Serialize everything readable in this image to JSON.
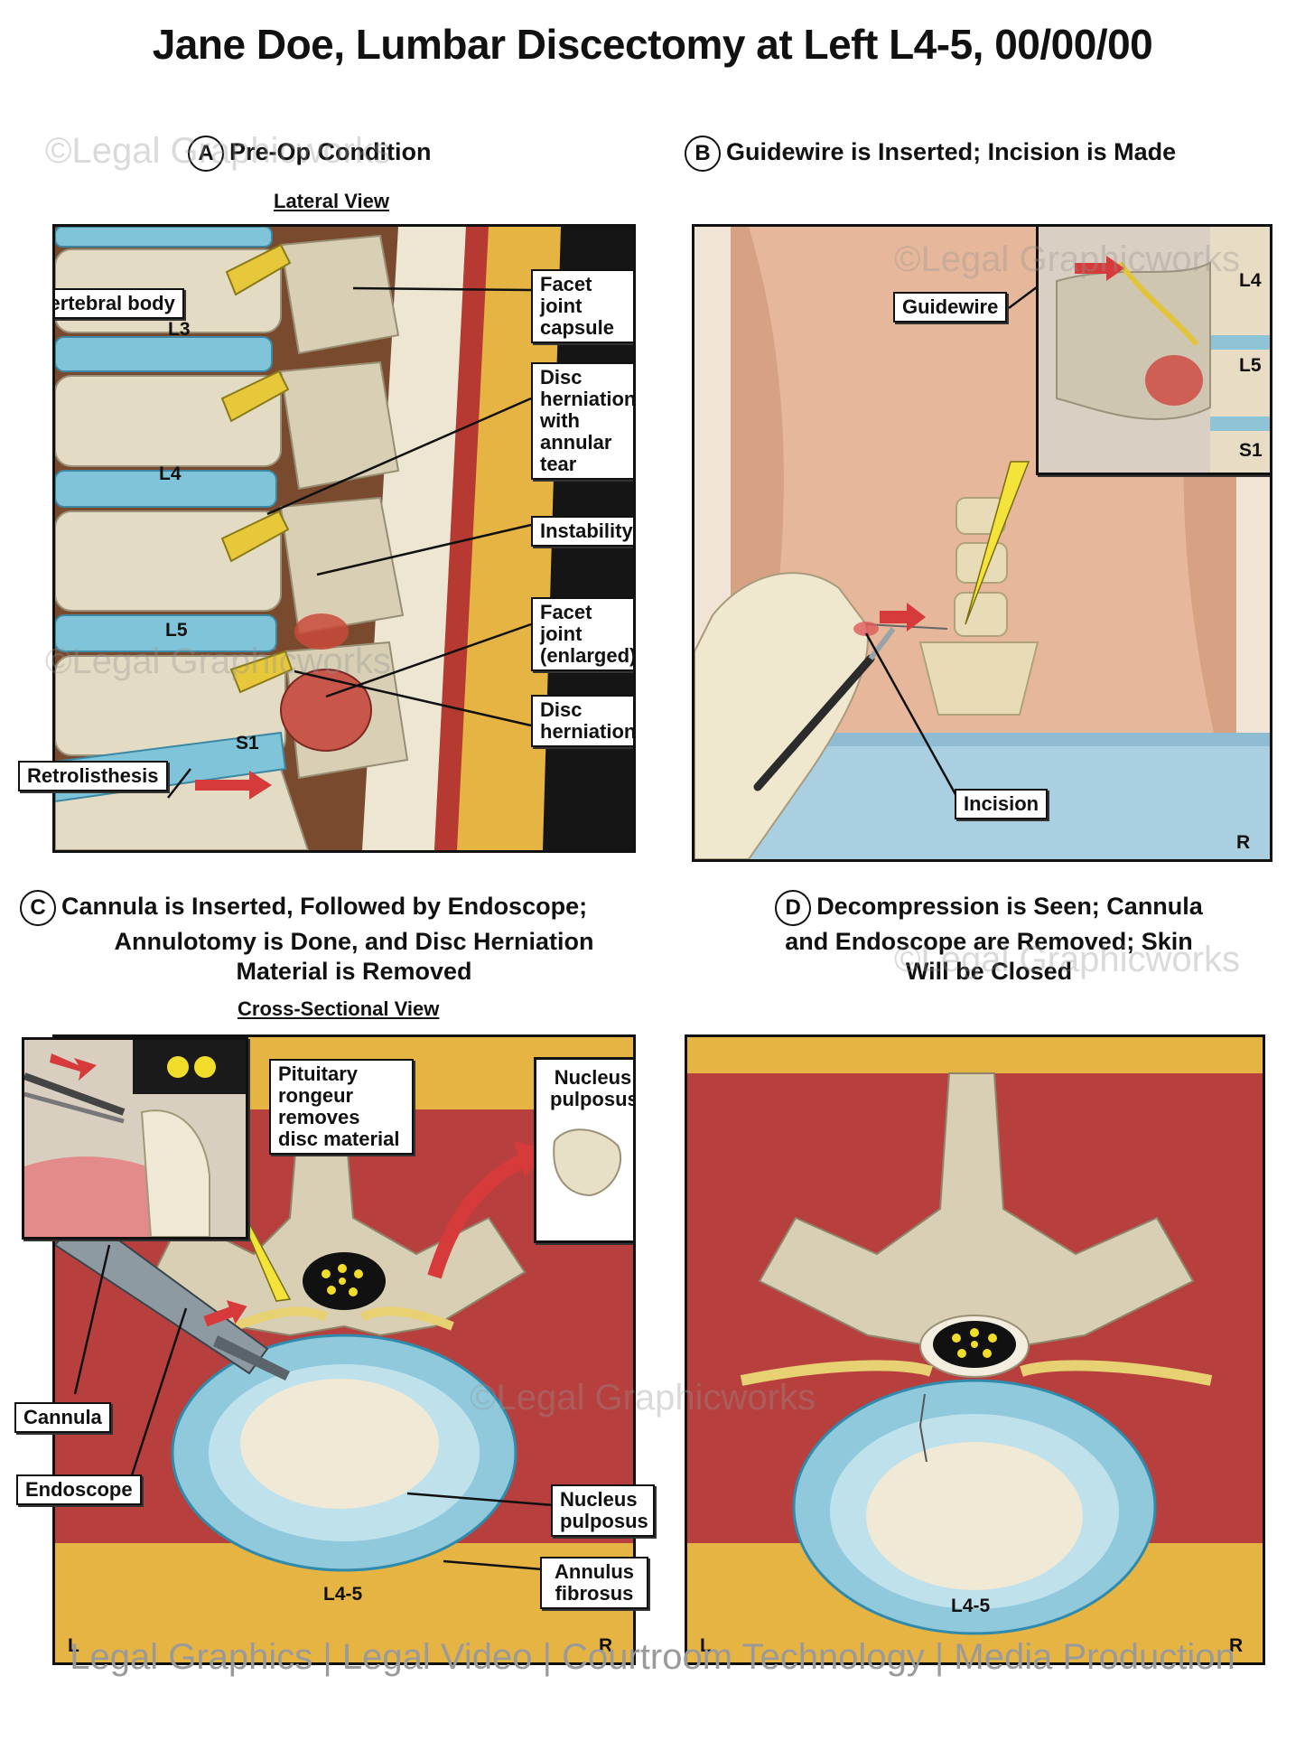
{
  "title": "Jane Doe, Lumbar Discectomy at Left L4-5, 00/00/00",
  "panels": {
    "a": {
      "letter": "A",
      "heading": "Pre-Op Condition",
      "subheading": "Lateral View",
      "labels": {
        "vertebral_body": "Vertebral body",
        "facet_capsule": "Facet joint capsule",
        "disc_herniation_tear": "Disc herniation with annular tear",
        "instability": "Instability",
        "facet_enlarged": "Facet joint (enlarged)",
        "disc_herniation": "Disc herniation",
        "retrolisthesis": "Retrolisthesis"
      },
      "levels": {
        "l3": "L3",
        "l4": "L4",
        "l5": "L5",
        "s1": "S1"
      }
    },
    "b": {
      "letter": "B",
      "heading": "Guidewire is Inserted; Incision is Made",
      "labels": {
        "guidewire": "Guidewire",
        "incision": "Incision"
      },
      "levels": {
        "l4": "L4",
        "l5": "L5",
        "s1": "S1"
      },
      "side_r": "R"
    },
    "c": {
      "letter": "C",
      "heading_line1": "Cannula is Inserted, Followed by Endoscope;",
      "heading_line2": "Annulotomy is Done, and Disc Herniation",
      "heading_line3": "Material is Removed",
      "subheading": "Cross-Sectional View",
      "labels": {
        "rongeur": "Pituitary rongeur removes disc material",
        "nucleus_top": "Nucleus pulposus",
        "cannula": "Cannula",
        "endoscope": "Endoscope",
        "nucleus": "Nucleus pulposus",
        "annulus": "Annulus fibrosus"
      },
      "level": "L4-5",
      "side_l": "L",
      "side_r": "R"
    },
    "d": {
      "letter": "D",
      "heading_line1": "Decompression is Seen; Cannula",
      "heading_line2": "and Endoscope are Removed; Skin",
      "heading_line3": "Will be Closed",
      "level": "L4-5",
      "side_l": "L",
      "side_r": "R"
    }
  },
  "watermark": "©Legal Graphicworks",
  "footer": "Legal Graphics | Legal Video | Courtroom Technology | Media Production",
  "colors": {
    "disc_blue": "#7fc4d8",
    "bone": "#e6dcc2",
    "muscle": "#b33c3c",
    "fat": "#e8b84a",
    "skin": "#e7b99a"
  }
}
